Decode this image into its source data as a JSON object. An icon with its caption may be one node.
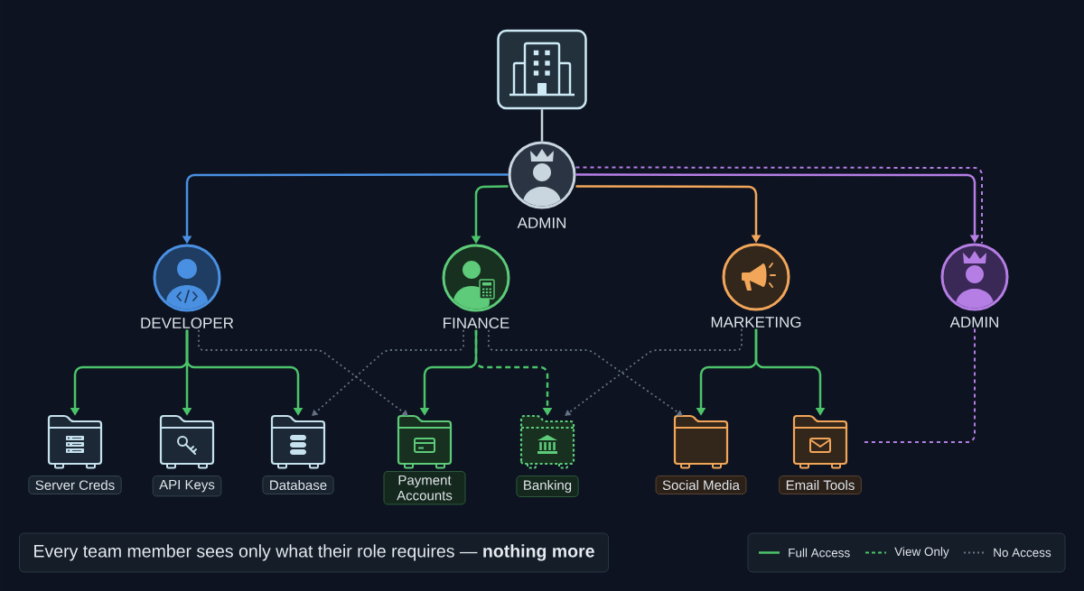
{
  "diagram": {
    "caption": "Every team member sees only what their role requires — **nothing more**",
    "nodes": [
      {
        "text": [],
        "shape": "picture"
      },
      {
        "text": [
          "ADMIN"
        ]
      },
      {
        "text": [
          "DEVELOPER"
        ]
      },
      {
        "text": [
          "FINANCE"
        ]
      },
      {
        "text": [
          "MARKETING"
        ]
      },
      {
        "text": [
          "ADMIN"
        ]
      },
      {
        "text": [
          "Server Creds"
        ]
      },
      {
        "text": [
          "API Keys"
        ]
      },
      {
        "text": [
          "Database"
        ]
      },
      {
        "text": [
          "Payment Accounts"
        ]
      },
      {
        "text": [
          "Banking"
        ]
      },
      {
        "text": [
          "Social Media"
        ]
      },
      {
        "text": [
          "Email Tools"
        ]
      }
    ],
    "edges": [
      {
        "from": 0,
        "to": 1,
        "arrow": "none",
        "color": "#c9d6df"
      },
      {
        "from": 1,
        "to": 2,
        "arrow": "to",
        "color": "#4a90e2"
      },
      {
        "from": 1,
        "to": 3,
        "arrow": "to"
      },
      {
        "from": 1,
        "to": 4,
        "arrow": "to",
        "color": "#f2a65a"
      },
      {
        "from": 1,
        "to": 5,
        "arrow": "to",
        "color": "#b57ee5"
      },
      {
        "from": 1,
        "to": 5,
        "arrow": "none",
        "style": "dashed",
        "color": "#b57ee5"
      },
      {
        "from": 2,
        "to": 6,
        "arrow": "to"
      },
      {
        "from": 2,
        "to": 7,
        "arrow": "to"
      },
      {
        "from": 2,
        "to": 8,
        "arrow": "to"
      },
      {
        "from": 2,
        "to": 9,
        "arrow": "to",
        "style": "dashed",
        "color": "#667384"
      },
      {
        "from": 3,
        "to": 8,
        "arrow": "to",
        "style": "dashed",
        "color": "#667384"
      },
      {
        "from": 3,
        "to": 9,
        "arrow": "to"
      },
      {
        "from": 3,
        "to": 10,
        "arrow": "to",
        "style": "dashed"
      },
      {
        "from": 3,
        "to": 11,
        "arrow": "to",
        "style": "dashed",
        "color": "#667384"
      },
      {
        "from": 4,
        "to": 10,
        "arrow": "to",
        "style": "dashed",
        "color": "#667384"
      },
      {
        "from": 4,
        "to": 11,
        "arrow": "to"
      },
      {
        "from": 4,
        "to": 12,
        "arrow": "to"
      },
      {
        "from": 5,
        "to": 12,
        "arrow": "none",
        "style": "dashed",
        "color": "#b57ee5"
      }
    ],
    "legend": [
      {
        "text": "Full Access"
      },
      {
        "text": "View Only"
      },
      {
        "text": "No Access"
      }
    ]
  }
}
